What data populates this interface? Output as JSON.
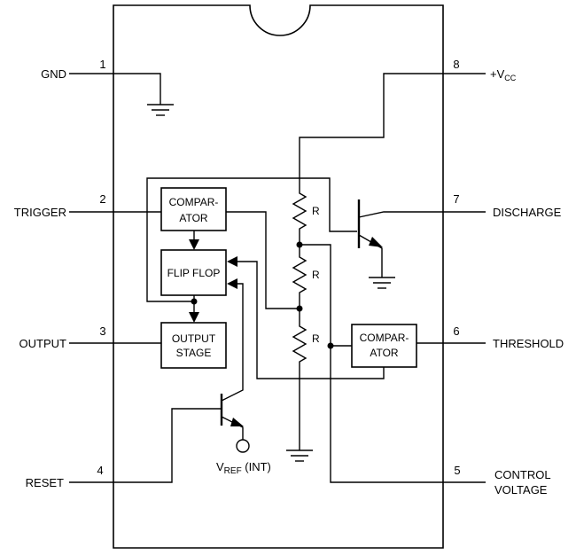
{
  "pins": [
    {
      "number": "1",
      "label": "GND"
    },
    {
      "number": "2",
      "label": "TRIGGER"
    },
    {
      "number": "3",
      "label": "OUTPUT"
    },
    {
      "number": "4",
      "label": "RESET"
    },
    {
      "number": "5",
      "label_line1": "CONTROL",
      "label_line2": "VOLTAGE"
    },
    {
      "number": "6",
      "label": "THRESHOLD"
    },
    {
      "number": "7",
      "label": "DISCHARGE"
    },
    {
      "number": "8",
      "label_main": "+V",
      "label_sub": "CC"
    }
  ],
  "blocks": {
    "comparator_top": {
      "line1": "COMPAR-",
      "line2": "ATOR"
    },
    "flip_flop": {
      "label": "FLIP FLOP"
    },
    "output_stage": {
      "line1": "OUTPUT",
      "line2": "STAGE"
    },
    "comparator_right": {
      "line1": "COMPAR-",
      "line2": "ATOR"
    }
  },
  "resistors": [
    "R",
    "R",
    "R"
  ],
  "vref": {
    "main": "V",
    "sub": "REF",
    "suffix": " (INT)"
  }
}
